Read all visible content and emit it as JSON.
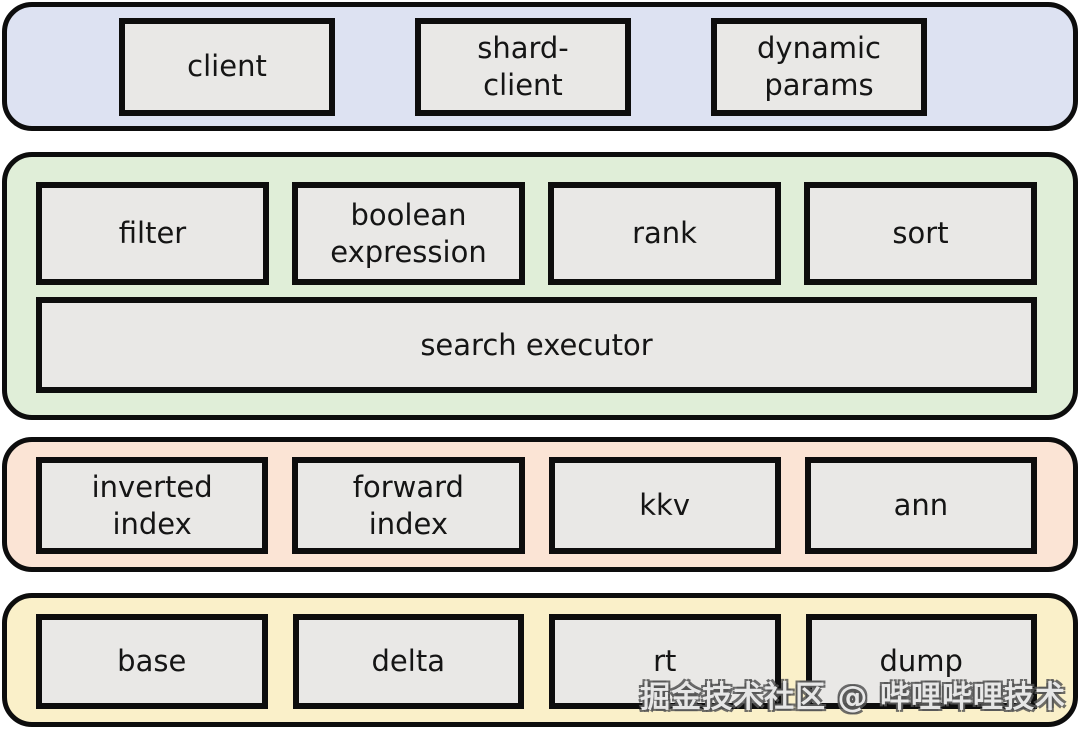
{
  "diagram": {
    "layers": [
      {
        "id": "client-layer",
        "bg": "#dde2f2",
        "boxes": [
          {
            "label": "client"
          },
          {
            "label": "shard-\nclient"
          },
          {
            "label": "dynamic\nparams"
          }
        ]
      },
      {
        "id": "search-layer",
        "bg": "#e0eed8",
        "boxes": [
          {
            "label": "filter"
          },
          {
            "label": "boolean\nexpression"
          },
          {
            "label": "rank"
          },
          {
            "label": "sort"
          }
        ],
        "executor": {
          "label": "search executor"
        }
      },
      {
        "id": "index-layer",
        "bg": "#fbe4d5",
        "boxes": [
          {
            "label": "inverted\nindex"
          },
          {
            "label": "forward\nindex"
          },
          {
            "label": "kkv"
          },
          {
            "label": "ann"
          }
        ]
      },
      {
        "id": "store-layer",
        "bg": "#faf0c9",
        "boxes": [
          {
            "label": "base"
          },
          {
            "label": "delta"
          },
          {
            "label": "rt"
          },
          {
            "label": "dump"
          }
        ]
      }
    ],
    "watermark": "掘金技术社区 @ 哔哩哔哩技术"
  },
  "colors": {
    "client_layer_bg": "#dde2f2",
    "search_layer_bg": "#e0eed8",
    "index_layer_bg": "#fbe4d5",
    "store_layer_bg": "#faf0c9",
    "box_bg": "#e9e8e6",
    "border": "#0d0d0d"
  }
}
